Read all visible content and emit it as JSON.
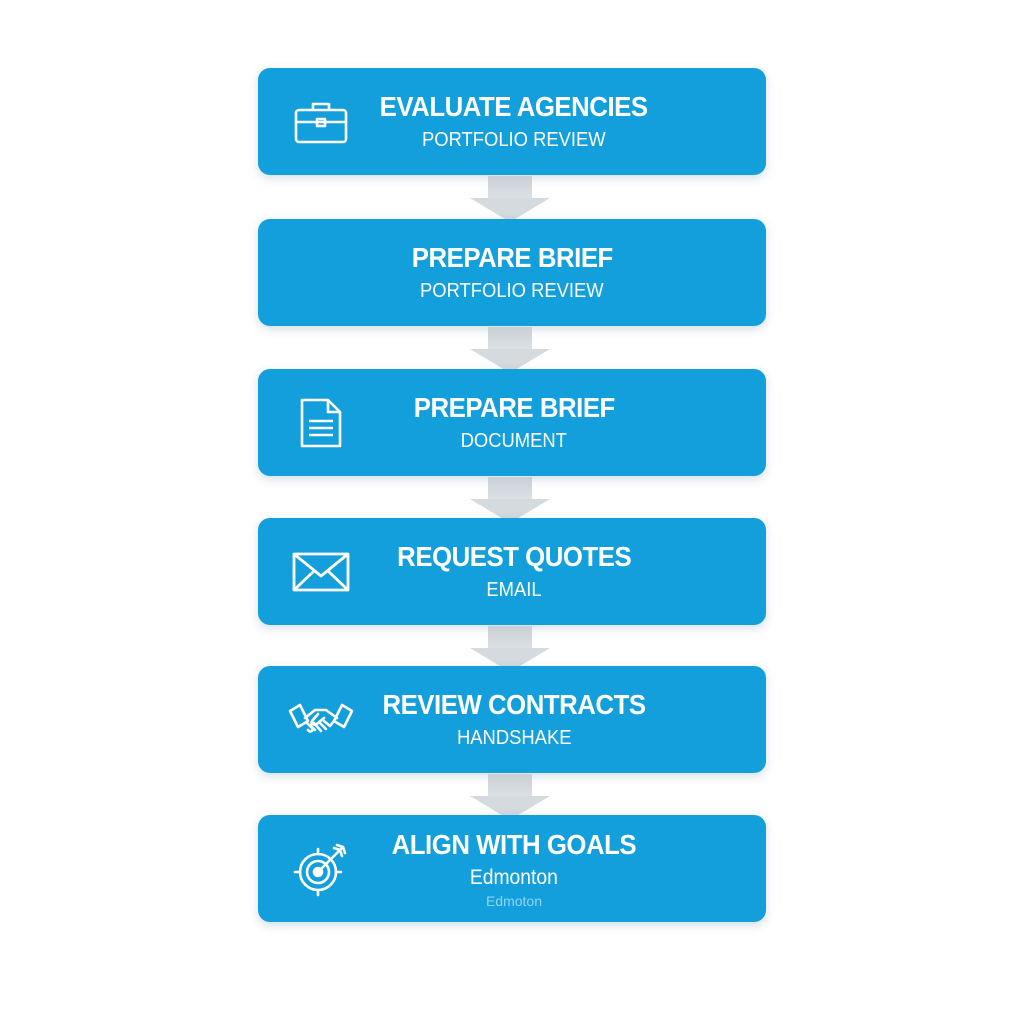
{
  "steps": [
    {
      "title": "EVALUATE AGENCIES",
      "subtitle": "PORTFOLIO REVIEW",
      "icon": "briefcase-icon"
    },
    {
      "title": "PREPARE BRIEF",
      "subtitle": "PORTFOLIO REVIEW",
      "icon": ""
    },
    {
      "title": "PREPARE BRIEF",
      "subtitle": "DOCUMENT",
      "icon": "document-icon"
    },
    {
      "title": "REQUEST QUOTES",
      "subtitle": "EMAIL",
      "icon": "envelope-icon"
    },
    {
      "title": "REVIEW CONTRACTS",
      "subtitle": "HANDSHAKE",
      "icon": "handshake-icon"
    },
    {
      "title": "ALIGN WITH GOALS",
      "subtitle": "Edmonton",
      "caption": "Edmoton",
      "icon": "target-icon"
    }
  ],
  "colors": {
    "step_fill": "#139fdc",
    "text": "#ffffff",
    "arrow": "#d4dade",
    "background": "#ffffff"
  }
}
